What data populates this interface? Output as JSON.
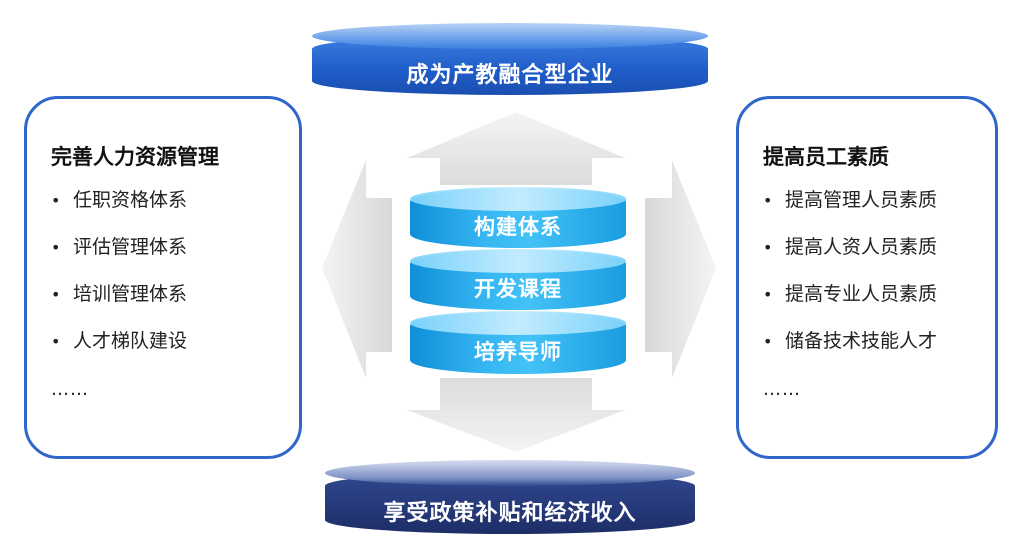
{
  "top_banner": "成为产教融合型企业",
  "bottom_banner": "享受政策补贴和经济收入",
  "center_layers": [
    "构建体系",
    "开发课程",
    "培养导师"
  ],
  "left_panel": {
    "title": "完善人力资源管理",
    "items": [
      "任职资格体系",
      "评估管理体系",
      "培训管理体系",
      "人才梯队建设"
    ],
    "more": "……"
  },
  "right_panel": {
    "title": "提高员工素质",
    "items": [
      "提高管理人员素质",
      "提高人资人员素质",
      "提高专业人员素质",
      "储备技术技能人才"
    ],
    "more": "……"
  },
  "bullet": "•",
  "colors": {
    "top_banner": "#1f5cc8",
    "bottom_banner": "#253878",
    "panel_border": "#2f66c9",
    "cylinder": "#36b6f2",
    "arrow": "#e3e3e3"
  }
}
